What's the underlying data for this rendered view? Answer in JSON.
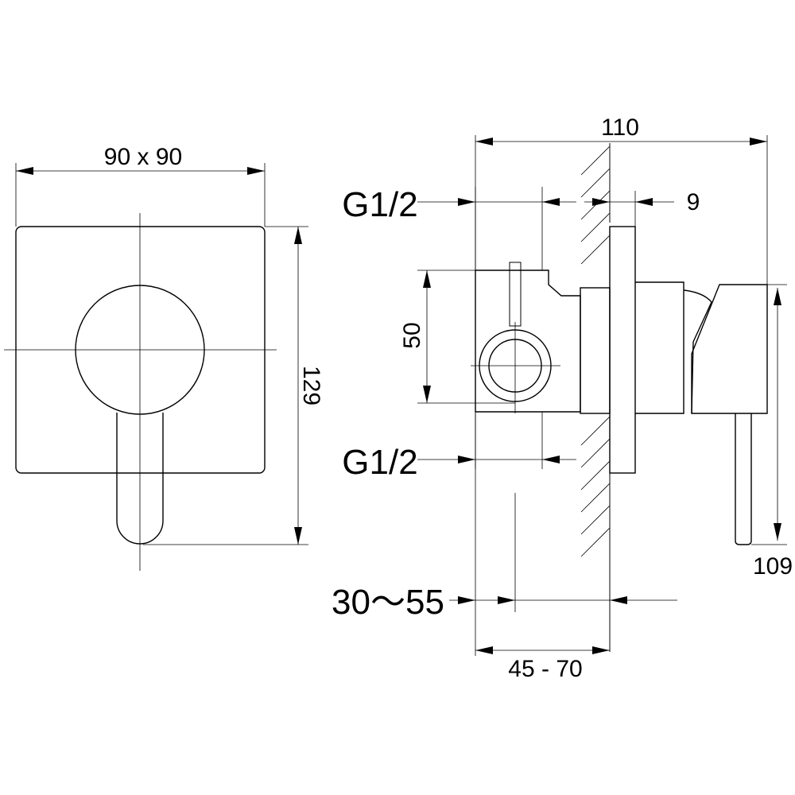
{
  "front_view": {
    "width_dim": "90 x 90",
    "height_dim": "129"
  },
  "side_view": {
    "overall_depth_dim": "110",
    "plate_thickness_dim": "9",
    "inlet_thread_top": "G1/2",
    "outlet_thread_bottom": "G1/2",
    "body_height_dim": "50",
    "handle_height_dim": "109",
    "adjust_range_dim": "30～55",
    "install_depth_dim": "45 - 70"
  }
}
